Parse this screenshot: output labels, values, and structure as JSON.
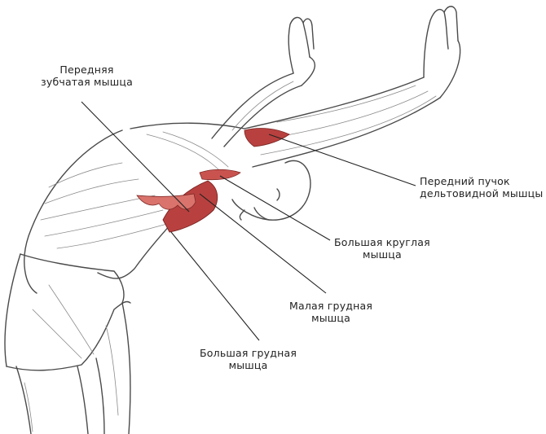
{
  "labels": {
    "serratus_anterior": {
      "line1": "Передняя",
      "line2": "зубчатая мышца"
    },
    "anterior_deltoid": {
      "line1": "Передний пучок",
      "line2": "дельтовидной мышцы"
    },
    "teres_major": {
      "line1": "Большая круглая",
      "line2": "мышца"
    },
    "pectoralis_minor": {
      "line1": "Малая грудная",
      "line2": "мышца"
    },
    "pectoralis_major": {
      "line1": "Большая грудная",
      "line2": "мышца"
    }
  },
  "colors": {
    "highlight_muscle": "#b8413f",
    "highlight_muscle_light": "#d9736c",
    "ink": "#3a3a3a",
    "leader_line": "#222222",
    "background": "#ffffff"
  }
}
